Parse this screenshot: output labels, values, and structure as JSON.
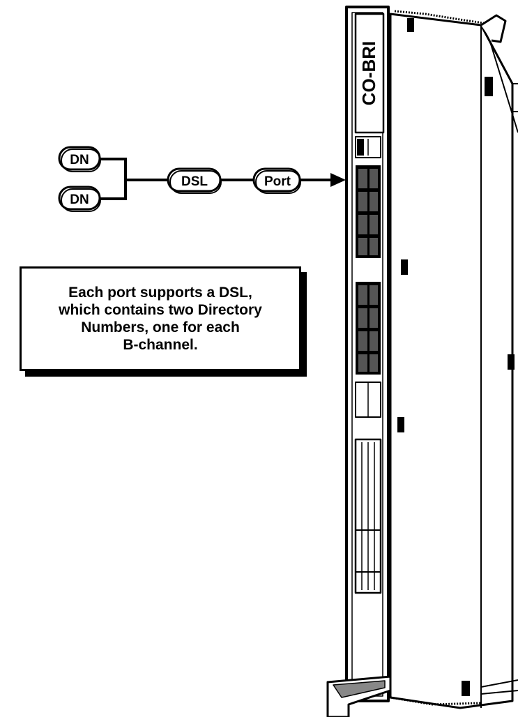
{
  "diagram": {
    "dn_top_label": "DN",
    "dn_bottom_label": "DN",
    "dsl_label": "DSL",
    "port_label": "Port",
    "card_label": "CO-BRI",
    "callout_lines": [
      "Each port supports a DSL,",
      "which contains two Directory",
      "Numbers, one for each",
      "B-channel."
    ]
  }
}
